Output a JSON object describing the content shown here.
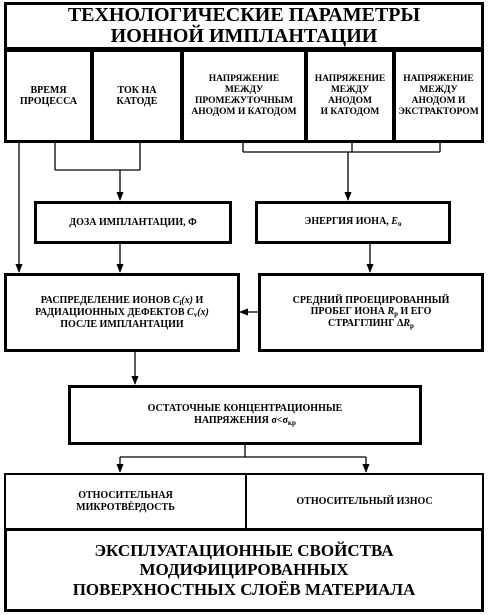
{
  "title": {
    "line1": "ТЕХНОЛОГИЧЕСКИЕ ПАРАМЕТРЫ",
    "line2": "ИОННОЙ ИМПЛАНТАЦИИ"
  },
  "parameters": [
    {
      "lines": [
        "ВРЕМЯ",
        "ПРОЦЕССА"
      ]
    },
    {
      "lines": [
        "ТОК НА",
        "КАТОДЕ"
      ]
    },
    {
      "lines": [
        "НАПРЯЖЕНИЕ",
        "МЕЖДУ",
        "ПРОМЕЖУТОЧНЫМ",
        "АНОДОМ И КАТОДОМ"
      ]
    },
    {
      "lines": [
        "НАПРЯЖЕНИЕ",
        "МЕЖДУ",
        "АНОДОМ",
        "И КАТОДОМ"
      ]
    },
    {
      "lines": [
        "НАПРЯЖЕНИЕ",
        "МЕЖДУ",
        "АНОДОМ И",
        "ЭКСТРАКТОРОМ"
      ]
    }
  ],
  "dose": {
    "label": "ДОЗА ИМПЛАНТАЦИИ, Ф"
  },
  "energy": {
    "label": "ЭНЕРГИЯ ИОНА, ",
    "symbol": "E",
    "sub": "о"
  },
  "distribution": {
    "l1a": "РАСПРЕДЕЛЕНИЕ ИОНОВ ",
    "l1sym": "C",
    "l1sub": "i",
    "l1x": "(x)",
    "l1b": " И",
    "l2a": "РАДИАЦИОННЫХ ДЕФЕКТОВ ",
    "l2sym": "C",
    "l2sub": "v",
    "l2x": "(x)",
    "l3": "ПОСЛЕ ИМПЛАНТАЦИИ"
  },
  "range": {
    "l1": "СРЕДНИЙ ПРОЕЦИРОВАННЫЙ",
    "l2a": "ПРОБЕГ ИОНА ",
    "l2sym": "R",
    "l2sub": "p",
    "l2b": " И ЕГО",
    "l3a": "СТРАГГЛИНГ Δ",
    "l3sym": "R",
    "l3sub": "p"
  },
  "stress": {
    "l1": "ОСТАТОЧНЫЕ КОНЦЕНТРАЦИОННЫЕ",
    "l2a": "НАПРЯЖЕНИЯ σ<σ",
    "l2sub": "кр"
  },
  "microhardness": {
    "l1": "ОТНОСИТЕЛЬНАЯ",
    "l2": "МИКРОТВЁРДОСТЬ"
  },
  "wear": {
    "label": "ОТНОСИТЕЛЬНЫЙ ИЗНОС"
  },
  "result": {
    "line1": "ЭКСПЛУАТАЦИОННЫЕ СВОЙСТВА",
    "line2": "МОДИФИЦИРОВАННЫХ",
    "line3": "ПОВЕРХНОСТНЫХ СЛОЁВ МАТЕРИАЛА"
  }
}
